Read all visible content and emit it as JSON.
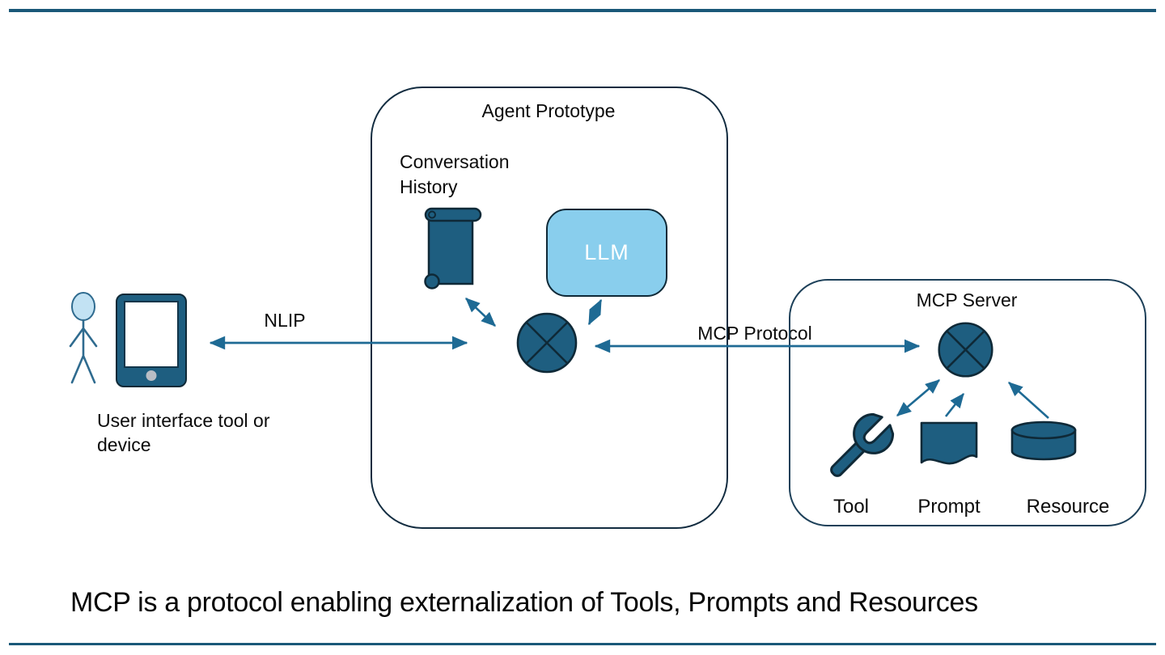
{
  "colors": {
    "teal": "#1E5E80",
    "outline": "#0F2937",
    "arrow": "#1E6A94",
    "llm_fill": "#89CEED",
    "head_fill": "#C2E2F3",
    "stick": "#2F6B8F",
    "agent_border": "#122C40",
    "server_border": "#1D4059",
    "rule": "#1A5878",
    "home_dot": "#B9BDC4",
    "text": "#0B0B0B"
  },
  "user_side": {
    "label": "User interface tool or device"
  },
  "connections": {
    "nlip": "NLIP",
    "mcp_protocol": "MCP Protocol"
  },
  "agent_box": {
    "title": "Agent Prototype",
    "conversation_history": "Conversation History",
    "llm": "LLM"
  },
  "mcp_server": {
    "title": "MCP Server",
    "items": [
      {
        "label": "Tool",
        "icon": "wrench-icon"
      },
      {
        "label": "Prompt",
        "icon": "document-icon"
      },
      {
        "label": "Resource",
        "icon": "database-cylinder-icon"
      }
    ]
  },
  "icons": {
    "user": "stick-figure-icon",
    "device": "tablet-icon",
    "conversation_history": "scroll-icon",
    "agent_hub": "multiplex-circle-icon",
    "server_hub": "multiplex-circle-icon"
  },
  "caption": "MCP is a protocol enabling externalization of Tools, Prompts and Resources"
}
